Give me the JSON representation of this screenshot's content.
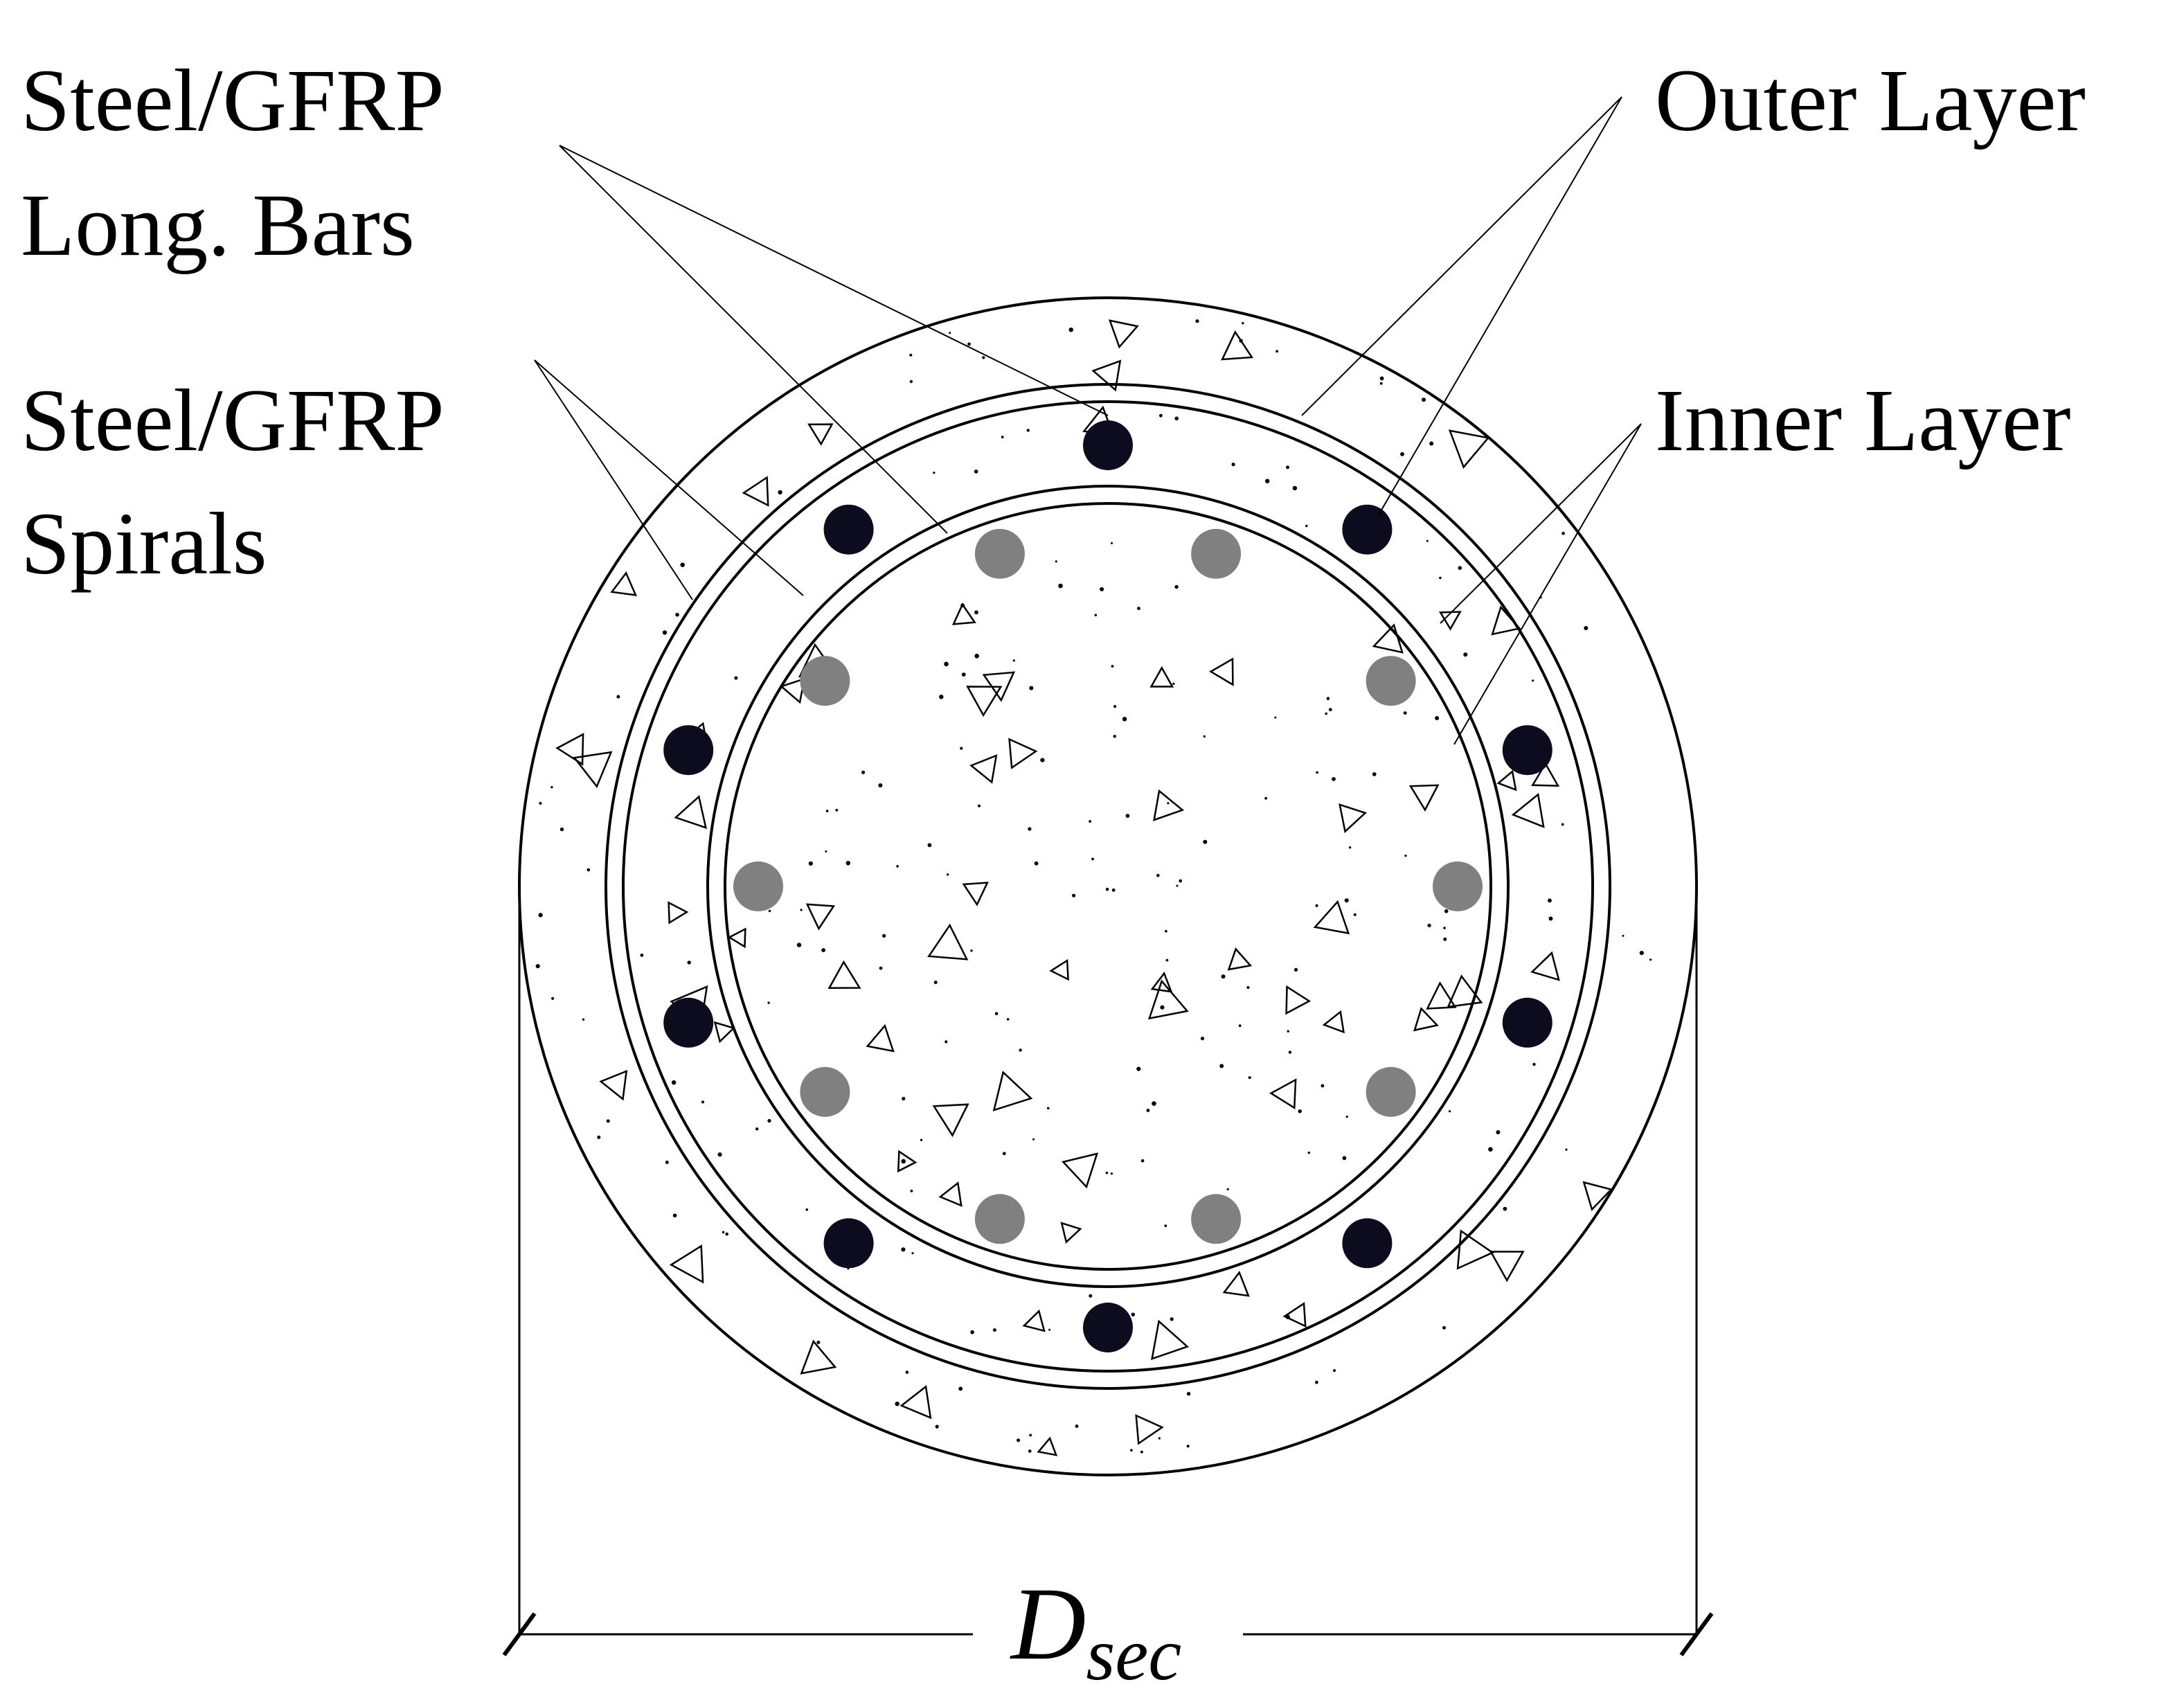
{
  "labels": {
    "long_bars_line1": "Steel/GFRP",
    "long_bars_line2": "Long. Bars",
    "spirals_line1": "Steel/GFRP",
    "spirals_line2": "Spirals",
    "outer_layer": "Outer Layer",
    "inner_layer": "Inner Layer"
  },
  "dimension": {
    "symbol": "D",
    "subscript": "sec"
  },
  "bars": {
    "outer_layer_count": 10,
    "inner_layer_count": 10
  },
  "colors": {
    "outer_bar": "#0d0c1f",
    "inner_bar": "#808080",
    "line": "#000000",
    "background": "#ffffff"
  }
}
